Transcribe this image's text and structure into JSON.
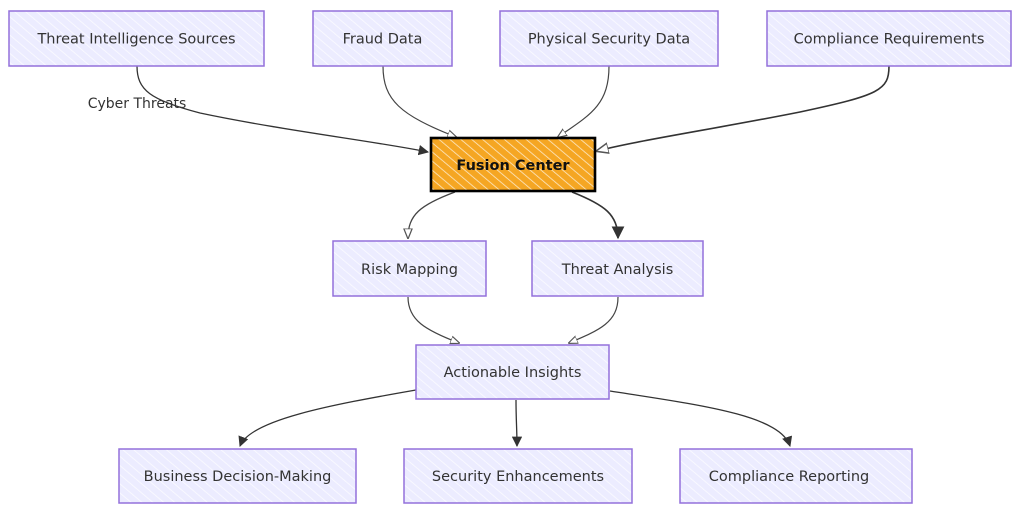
{
  "diagram": {
    "type": "flowchart",
    "style": "hand-drawn",
    "colors": {
      "node_fill": "#ECECFF",
      "node_stroke": "#9370DB",
      "highlight_fill": "#F5A623",
      "highlight_stroke": "#000000",
      "edge": "#333333",
      "text": "#333333"
    },
    "nodes": [
      {
        "id": "threat-intel",
        "label": "Threat Intelligence Sources"
      },
      {
        "id": "fraud-data",
        "label": "Fraud Data"
      },
      {
        "id": "physical-security",
        "label": "Physical Security Data"
      },
      {
        "id": "compliance-req",
        "label": "Compliance Requirements"
      },
      {
        "id": "fusion-center",
        "label": "Fusion Center",
        "highlight": true
      },
      {
        "id": "risk-mapping",
        "label": "Risk Mapping"
      },
      {
        "id": "threat-analysis",
        "label": "Threat Analysis"
      },
      {
        "id": "actionable-insights",
        "label": "Actionable Insights"
      },
      {
        "id": "business-decision",
        "label": "Business Decision-Making"
      },
      {
        "id": "security-enhancements",
        "label": "Security Enhancements"
      },
      {
        "id": "compliance-reporting",
        "label": "Compliance Reporting"
      }
    ],
    "edges": [
      {
        "from": "threat-intel",
        "to": "fusion-center",
        "label": "Cyber Threats"
      },
      {
        "from": "fraud-data",
        "to": "fusion-center",
        "label": ""
      },
      {
        "from": "physical-security",
        "to": "fusion-center",
        "label": ""
      },
      {
        "from": "compliance-req",
        "to": "fusion-center",
        "label": ""
      },
      {
        "from": "fusion-center",
        "to": "risk-mapping",
        "label": ""
      },
      {
        "from": "fusion-center",
        "to": "threat-analysis",
        "label": ""
      },
      {
        "from": "risk-mapping",
        "to": "actionable-insights",
        "label": ""
      },
      {
        "from": "threat-analysis",
        "to": "actionable-insights",
        "label": ""
      },
      {
        "from": "actionable-insights",
        "to": "business-decision",
        "label": ""
      },
      {
        "from": "actionable-insights",
        "to": "security-enhancements",
        "label": ""
      },
      {
        "from": "actionable-insights",
        "to": "compliance-reporting",
        "label": ""
      }
    ]
  }
}
